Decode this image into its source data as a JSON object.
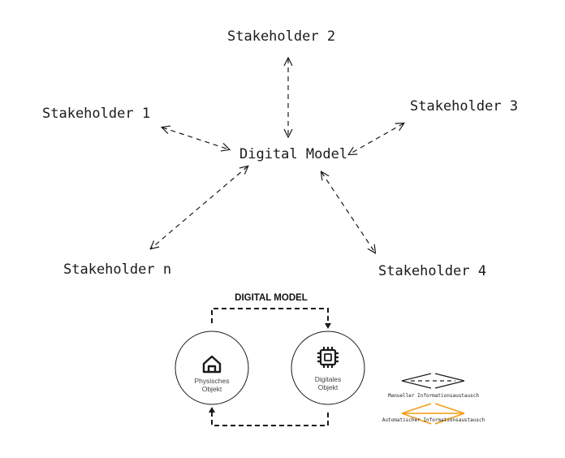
{
  "top_diagram": {
    "center": "Digital Model",
    "stakeholders": [
      "Stakeholder 2",
      "Stakeholder 1",
      "Stakeholder 3",
      "Stakeholder n",
      "Stakeholder 4"
    ]
  },
  "bottom_diagram": {
    "title": "DIGITAL MODEL",
    "physical": {
      "line1": "Physisches",
      "line2": "Objekt",
      "icon": "house-icon"
    },
    "digital": {
      "line1": "Digitales",
      "line2": "Objekt",
      "icon": "chip-icon"
    }
  },
  "legend": {
    "manual": {
      "label": "Manueller Informationsaustausch",
      "color": "#1a1a1a"
    },
    "automatic": {
      "label": "Automatischer Informationsaustausch",
      "color": "#f39c12"
    }
  }
}
